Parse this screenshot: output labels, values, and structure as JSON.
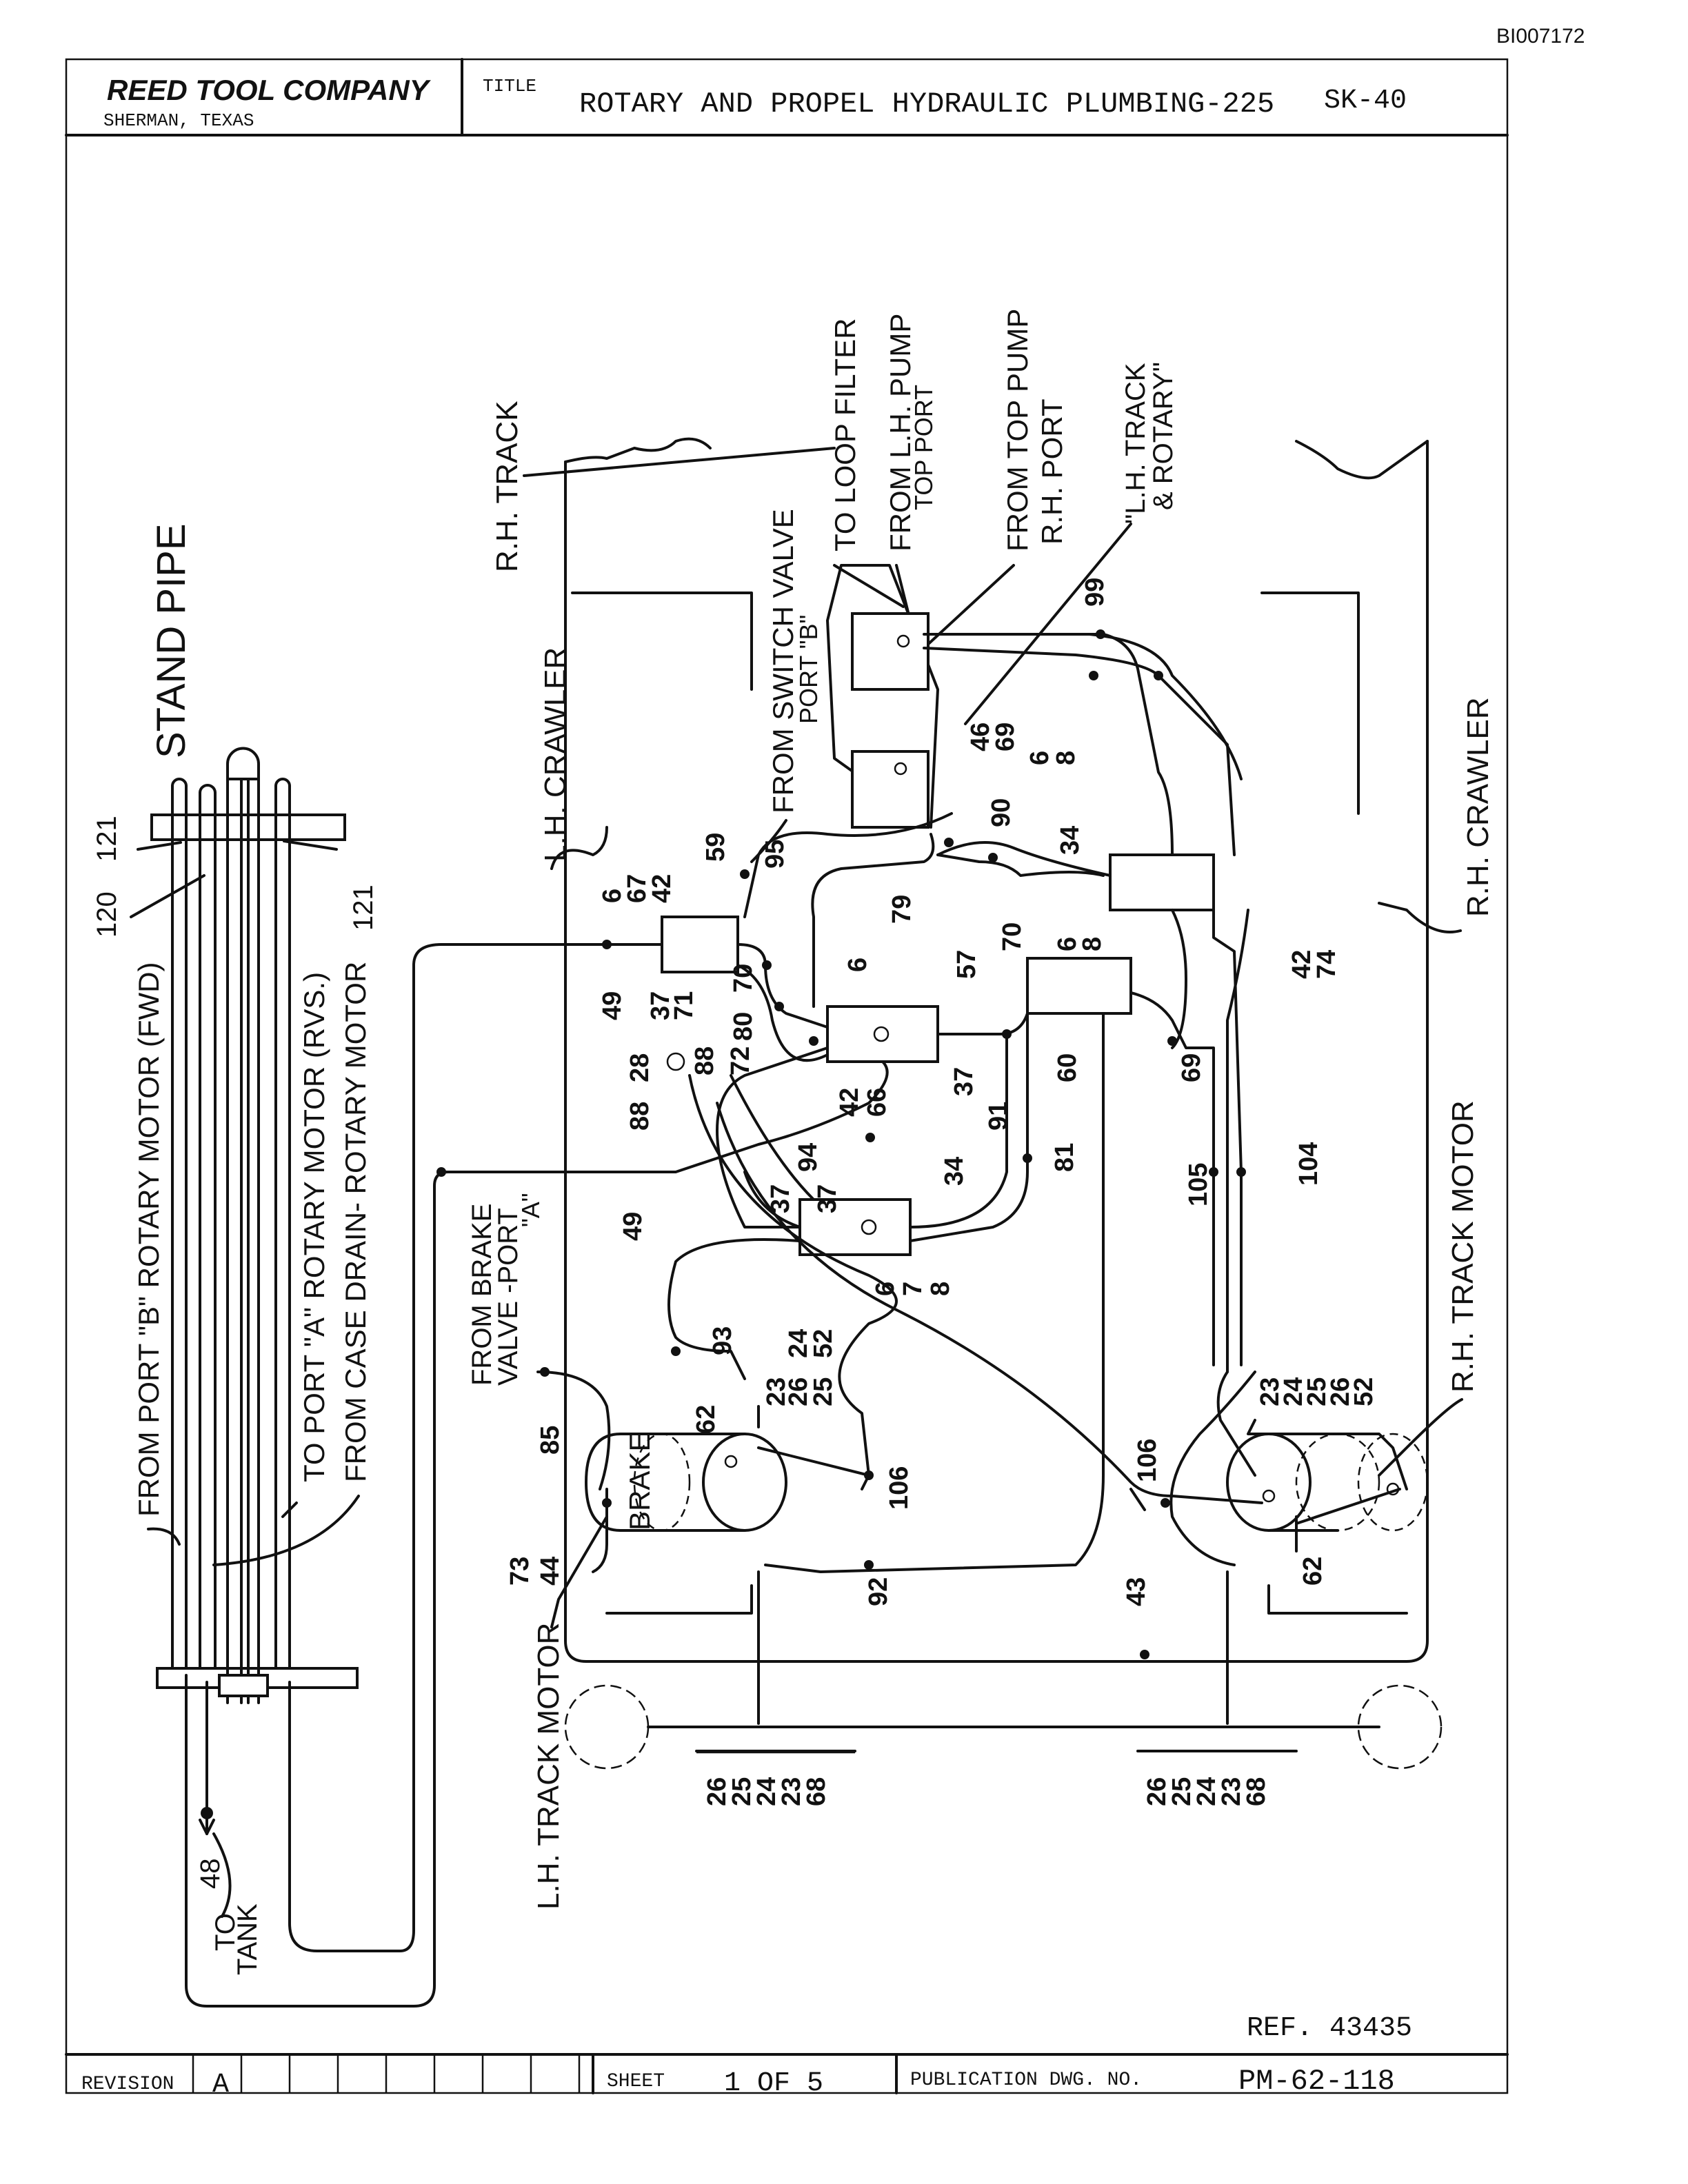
{
  "doc_id": "BI007172",
  "header": {
    "company": "REED TOOL COMPANY",
    "location": "SHERMAN, TEXAS",
    "title_label": "TITLE",
    "title": "ROTARY AND PROPEL HYDRAULIC PLUMBING-225",
    "sheet_code": "SK-40"
  },
  "footer": {
    "ref": "REF. 43435",
    "revision_label": "REVISION",
    "revision": "A",
    "sheet_label": "SHEET",
    "sheet": "1 OF 5",
    "pub_label": "PUBLICATION DWG. NO.",
    "pub_no": "PM-62-118"
  },
  "labels": {
    "stand_pipe": "STAND PIPE",
    "rh_track": "R.H. TRACK",
    "from_switch_valve": "FROM   SWITCH  VALVE",
    "port_b": "PORT \"B\"",
    "to_loop_filter": "TO LOOP  FILTER",
    "from_lh_pump": "FROM L.H. PUMP",
    "top_port": "TOP PORT",
    "from_top_pump": "FROM  TOP  PUMP",
    "rh_port": "R.H.  PORT",
    "lh_track": "\"L.H. TRACK",
    "and_rotary": "& ROTARY\"",
    "lh_crawler": "L.H. CRAWLER",
    "rh_crawler": "R.H. CRAWLER",
    "rh_track_motor": "R.H. TRACK MOTOR",
    "lh_track_motor": "L.H. TRACK MOTOR",
    "from_port_b_rotary": "FROM  PORT \"B\" ROTARY  MOTOR  (FWD)",
    "to_port_a_rotary": "TO  PORT \"A\" ROTARY  MOTOR  (RVS.)",
    "from_case_drain": "FROM  CASE  DRAIN- ROTARY  MOTOR",
    "from_brake": "FROM  BRAKE",
    "valve_port_a": "VALVE -PORT",
    "port_a_quote": "\"A\"",
    "brake": "BRAKE",
    "to": "TO",
    "tank": "TANK"
  },
  "callouts": {
    "n99": "99",
    "n46": "46",
    "n69a": "69",
    "n6a": "6",
    "n8a": "8",
    "n34a": "34",
    "n90": "90",
    "n95": "95",
    "n59": "59",
    "n6b": "6",
    "n67": "67",
    "n42a": "42",
    "n79": "79",
    "n57": "57",
    "n70a": "70",
    "n6c": "6",
    "n8b": "8",
    "n6d": "6",
    "n42b": "42",
    "n74": "74",
    "n49a": "49",
    "n37a": "37",
    "n71": "71",
    "n80": "80",
    "n70b": "70",
    "n88a": "88",
    "n28": "28",
    "n88b": "88",
    "n72": "72",
    "n42c": "42",
    "n66": "66",
    "n37b": "37",
    "n91": "91",
    "n60": "60",
    "n69b": "69",
    "n94": "94",
    "n81": "81",
    "n105": "105",
    "n104": "104",
    "n49b": "49",
    "n37c": "37",
    "n37d": "37",
    "n34b": "34",
    "n6e": "6",
    "n7": "7",
    "n8c": "8",
    "n93": "93",
    "n23a": "23",
    "n26a": "26",
    "n24a": "24",
    "n52a": "52",
    "n25a": "25",
    "n23b": "23",
    "n24b": "24",
    "n25b": "25",
    "n26b": "26",
    "n52b": "52",
    "n62a": "62",
    "n85": "85",
    "n106a": "106",
    "n106b": "106",
    "n73": "73",
    "n44": "44",
    "n92": "92",
    "n43": "43",
    "n62b": "62",
    "n120": "120",
    "n121a": "121",
    "n121b": "121",
    "n48": "48",
    "stack_left": [
      "26",
      "25",
      "24",
      "23",
      "68"
    ],
    "stack_right": [
      "26",
      "25",
      "24",
      "23",
      "68"
    ]
  }
}
